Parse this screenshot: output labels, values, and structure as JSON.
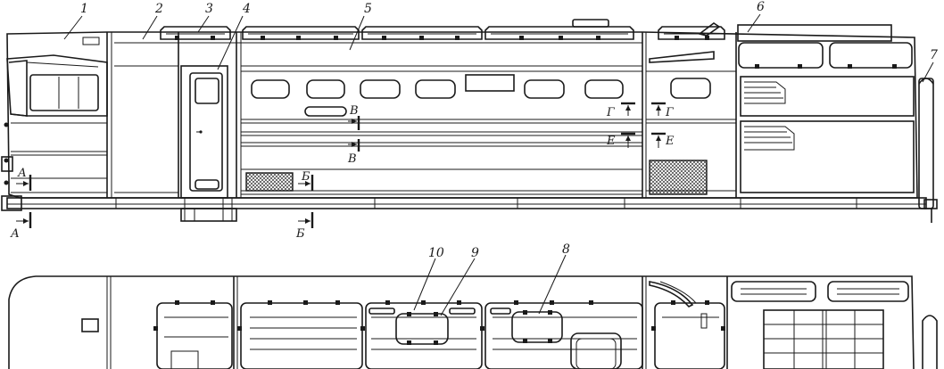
{
  "callouts": [
    "1",
    "2",
    "3",
    "4",
    "5",
    "6",
    "7",
    "10",
    "9",
    "8"
  ],
  "sections": {
    "a": "А",
    "b": "Б",
    "v": "В",
    "g": "Г",
    "e": "Е"
  },
  "icons": [
    "section-arrow-icon",
    "callout-leader-icon"
  ],
  "colors": {
    "ink": "#1a1a1a",
    "paper": "#ffffff"
  }
}
